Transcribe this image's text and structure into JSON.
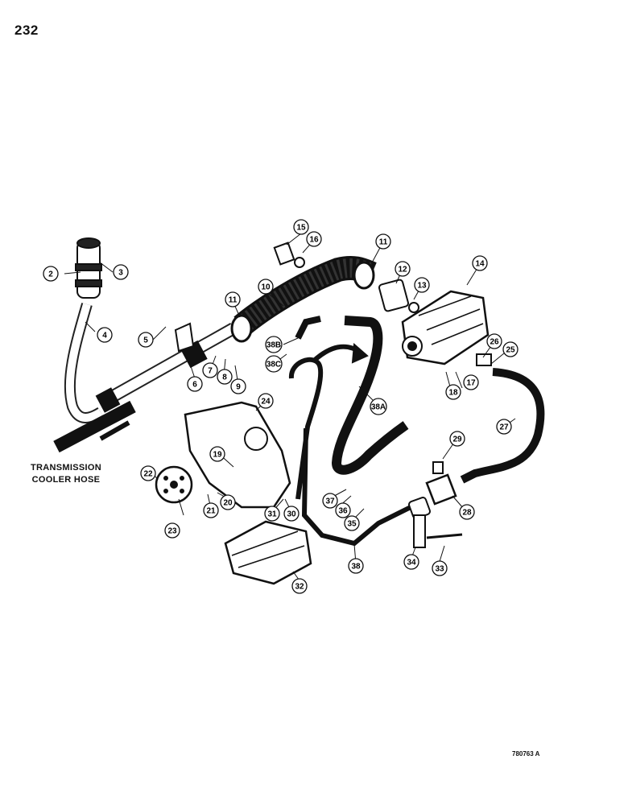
{
  "page_number": "232",
  "figure_code": "780763 A",
  "caption_lines": [
    "TRANSMISSION",
    "COOLER HOSE"
  ],
  "callouts": [
    "2",
    "3",
    "4",
    "5",
    "6",
    "7",
    "8",
    "9",
    "10",
    "11",
    "11",
    "12",
    "13",
    "14",
    "15",
    "16",
    "17",
    "18",
    "19",
    "20",
    "21",
    "22",
    "23",
    "24",
    "25",
    "26",
    "27",
    "28",
    "29",
    "30",
    "31",
    "32",
    "33",
    "34",
    "35",
    "36",
    "37",
    "38",
    "38A",
    "38B",
    "38C"
  ],
  "ink_color": "#111111",
  "paper_color": "#ffffff"
}
